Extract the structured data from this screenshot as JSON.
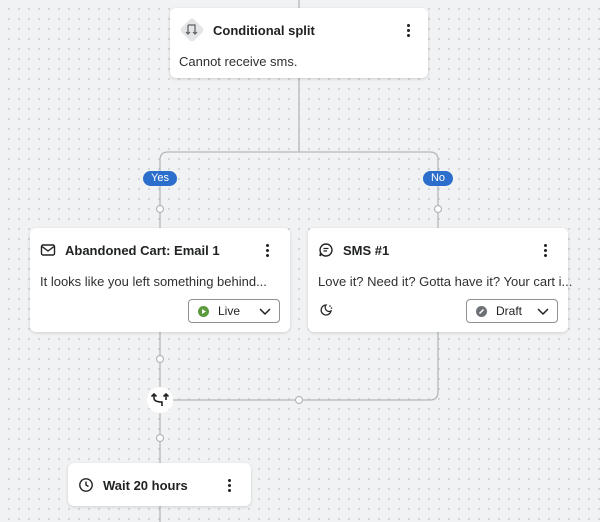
{
  "split": {
    "title": "Conditional split",
    "description": "Cannot receive sms.",
    "icon": "split-icon"
  },
  "branches": {
    "yes": "Yes",
    "no": "No"
  },
  "email": {
    "title": "Abandoned Cart: Email 1",
    "preview": "It looks like you left something behind...",
    "status": "Live",
    "status_color": "#5a9a3c",
    "icon": "envelope-icon"
  },
  "sms": {
    "title": "SMS #1",
    "preview": "Love it? Need it? Gotta have it? Your cart i...",
    "status": "Draft",
    "status_color": "#6d7175",
    "icon": "chat-icon",
    "extra_icon": "quiet-hours-moon-icon"
  },
  "wait": {
    "title": "Wait 20 hours",
    "icon": "clock-icon"
  },
  "colors": {
    "accent": "#2c6ecb",
    "canvas": "#f1f2f3"
  }
}
